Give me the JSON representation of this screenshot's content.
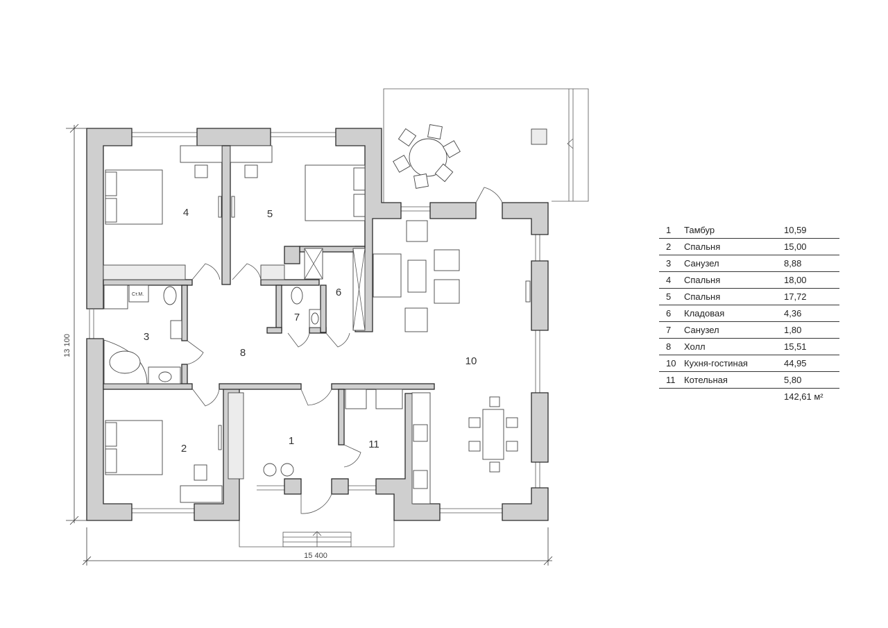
{
  "rooms": [
    {
      "num": "1",
      "name": "Тамбур",
      "area": "10,59"
    },
    {
      "num": "2",
      "name": "Спальня",
      "area": "15,00"
    },
    {
      "num": "3",
      "name": "Санузел",
      "area": "8,88"
    },
    {
      "num": "4",
      "name": "Спальня",
      "area": "18,00"
    },
    {
      "num": "5",
      "name": "Спальня",
      "area": "17,72"
    },
    {
      "num": "6",
      "name": "Кладовая",
      "area": "4,36"
    },
    {
      "num": "7",
      "name": "Санузел",
      "area": "1,80"
    },
    {
      "num": "8",
      "name": "Холл",
      "area": "15,51"
    },
    {
      "num": "10",
      "name": "Кухня-гостиная",
      "area": "44,95"
    },
    {
      "num": "11",
      "name": "Котельная",
      "area": "5,80"
    }
  ],
  "total": "142,61 м²",
  "dimensions": {
    "width": "15 400",
    "height": "13 100"
  },
  "fixture_label": "Ст.М.",
  "colors": {
    "wall": "#cfcfcf",
    "line": "#2b2b2b"
  }
}
